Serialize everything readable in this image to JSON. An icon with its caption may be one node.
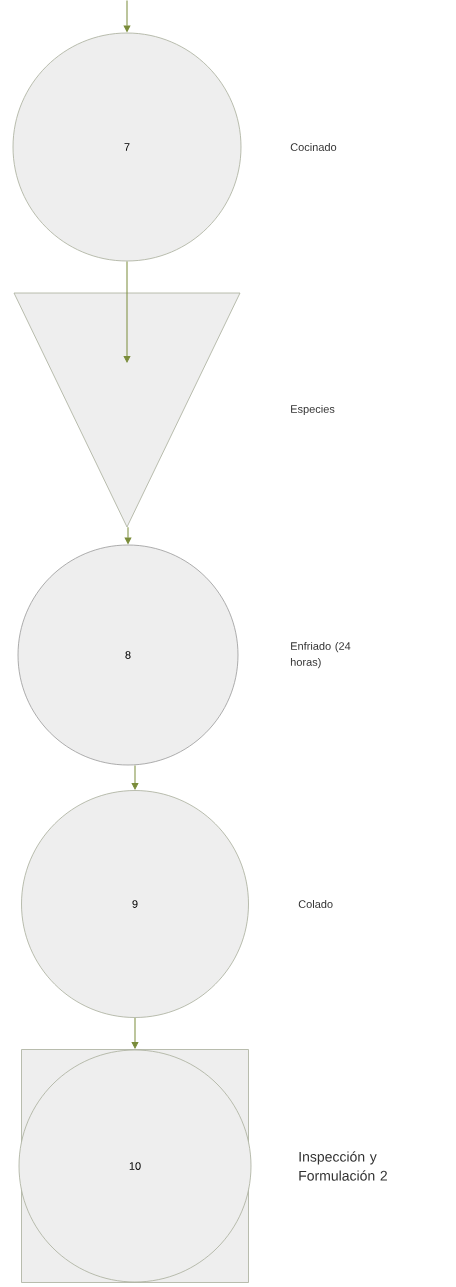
{
  "diagram": {
    "nodes": [
      {
        "text": [
          "7"
        ]
      },
      {
        "text": [],
        "shape": "triangle"
      },
      {
        "text": [
          "8"
        ]
      },
      {
        "text": [
          "9"
        ]
      },
      {
        "text": [],
        "shape": "box"
      },
      {
        "text": [
          "10"
        ],
        "in": 4
      }
    ],
    "edges": [
      {
        "from": null,
        "to": 0,
        "arrow": "to"
      },
      {
        "from": 0,
        "to": 1,
        "arrow": "to"
      },
      {
        "from": 1,
        "to": 2,
        "arrow": "to"
      },
      {
        "from": 2,
        "to": 3,
        "arrow": "to"
      },
      {
        "from": 3,
        "to": 4,
        "arrow": "to"
      }
    ],
    "labels": [
      "Cocinado",
      "Especies",
      "Enfriado (24 horas)",
      "Colado",
      "Inspección y Formulación 2"
    ]
  }
}
